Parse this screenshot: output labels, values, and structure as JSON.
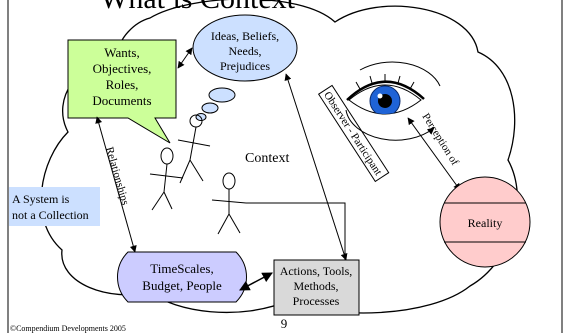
{
  "title": "What is Context",
  "context_label": "Context",
  "wants_box": [
    "Wants,",
    "Objectives,",
    "Roles,",
    "Documents"
  ],
  "ideas_ellipse": [
    "Ideas, Beliefs,",
    "Needs,",
    "Prejudices"
  ],
  "relationships_label": "Relationships",
  "system_note": [
    "A System is",
    "not a Collection"
  ],
  "observer_label": "Observer - Participant",
  "perception_label": "Perception of",
  "reality_label": "Reality",
  "timescales_box": [
    "TimeScales,",
    "Budget, People"
  ],
  "actions_box": [
    "Actions, Tools,",
    "Methods,",
    "Processes"
  ],
  "footer_copyright": "©Compendium Developments 2005",
  "page_number": "9",
  "colors": {
    "wants_fill": "#ccff99",
    "ideas_fill": "#cce0ff",
    "note_fill": "#cce0ff",
    "reality_fill": "#ffcccc",
    "timescales_fill": "#ccccff",
    "actions_fill": "#d9d9d9",
    "iris": "#1f63d6"
  }
}
